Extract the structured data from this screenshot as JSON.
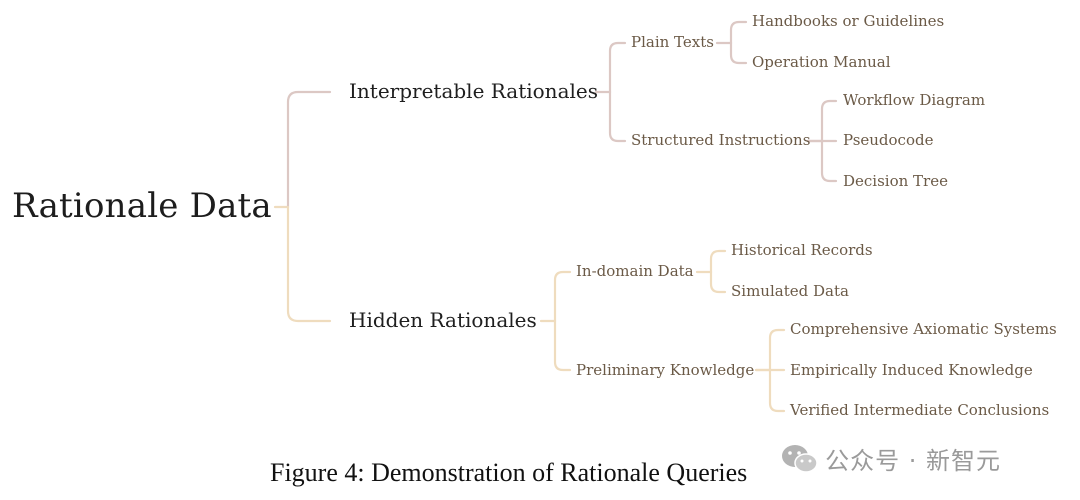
{
  "diagram": {
    "root": "Rationale Data",
    "branches": [
      {
        "label": "Interpretable Rationales",
        "children": [
          {
            "label": "Plain Texts",
            "children": [
              "Handbooks or Guidelines",
              "Operation Manual"
            ]
          },
          {
            "label": "Structured Instructions",
            "children": [
              "Workflow Diagram",
              "Pseudocode",
              "Decision Tree"
            ]
          }
        ]
      },
      {
        "label": "Hidden Rationales",
        "children": [
          {
            "label": "In-domain Data",
            "children": [
              "Historical Records",
              "Simulated Data"
            ]
          },
          {
            "label": "Preliminary Knowledge",
            "children": [
              "Comprehensive Axiomatic Systems",
              "Empirically Induced Knowledge",
              "Verified Intermediate Conclusions"
            ]
          }
        ]
      }
    ]
  },
  "caption": "Figure 4: Demonstration of Rationale Queries",
  "watermark": "公众号 · 新智元",
  "colors": {
    "line_top": "#dcc8c4",
    "line_bottom": "#efdcbe",
    "leaf_text": "#6b5a47"
  }
}
